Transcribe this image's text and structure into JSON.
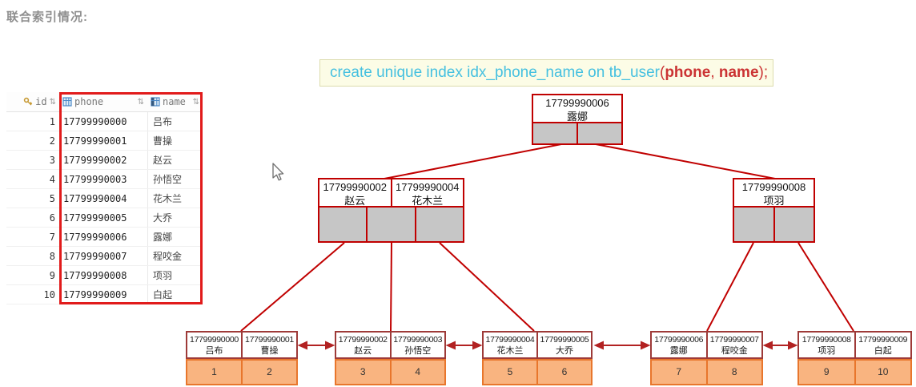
{
  "title": "联合索引情况:",
  "sql": {
    "keyword_part": "create unique index idx_phone_name on tb_user",
    "open_paren": "(",
    "col_phone": "phone",
    "separator": ", ",
    "col_name": "name",
    "close": ");"
  },
  "table": {
    "columns": [
      {
        "label": "id"
      },
      {
        "label": "phone"
      },
      {
        "label": "name"
      }
    ],
    "sort_glyph": "⇅",
    "rows": [
      {
        "id": "1",
        "phone": "17799990000",
        "name": "吕布"
      },
      {
        "id": "2",
        "phone": "17799990001",
        "name": "曹操"
      },
      {
        "id": "3",
        "phone": "17799990002",
        "name": "赵云"
      },
      {
        "id": "4",
        "phone": "17799990003",
        "name": "孙悟空"
      },
      {
        "id": "5",
        "phone": "17799990004",
        "name": "花木兰"
      },
      {
        "id": "6",
        "phone": "17799990005",
        "name": "大乔"
      },
      {
        "id": "7",
        "phone": "17799990006",
        "name": "露娜"
      },
      {
        "id": "8",
        "phone": "17799990007",
        "name": "程咬金"
      },
      {
        "id": "9",
        "phone": "17799990008",
        "name": "项羽"
      },
      {
        "id": "10",
        "phone": "17799990009",
        "name": "白起"
      }
    ]
  },
  "tree": {
    "root": {
      "phone": "17799990006",
      "name": "露娜"
    },
    "internal_left": {
      "keys": [
        {
          "phone": "17799990002",
          "name": "赵云"
        },
        {
          "phone": "17799990004",
          "name": "花木兰"
        }
      ]
    },
    "internal_right": {
      "keys": [
        {
          "phone": "17799990008",
          "name": "项羽"
        }
      ]
    },
    "leaves": [
      {
        "keys": [
          {
            "phone": "17799990000",
            "name": "吕布"
          },
          {
            "phone": "17799990001",
            "name": "曹操"
          }
        ],
        "ids": [
          "1",
          "2"
        ]
      },
      {
        "keys": [
          {
            "phone": "17799990002",
            "name": "赵云"
          },
          {
            "phone": "17799990003",
            "name": "孙悟空"
          }
        ],
        "ids": [
          "3",
          "4"
        ]
      },
      {
        "keys": [
          {
            "phone": "17799990004",
            "name": "花木兰"
          },
          {
            "phone": "17799990005",
            "name": "大乔"
          }
        ],
        "ids": [
          "5",
          "6"
        ]
      },
      {
        "keys": [
          {
            "phone": "17799990006",
            "name": "露娜"
          },
          {
            "phone": "17799990007",
            "name": "程咬金"
          }
        ],
        "ids": [
          "7",
          "8"
        ]
      },
      {
        "keys": [
          {
            "phone": "17799990008",
            "name": "项羽"
          },
          {
            "phone": "17799990009",
            "name": "白起"
          }
        ],
        "ids": [
          "9",
          "10"
        ]
      }
    ]
  },
  "colors": {
    "tree_border_red": "#c00000",
    "leaf_border_maroon": "#9e3a38",
    "leaf_id_fill_orange": "#f9b480",
    "leaf_id_border_orange": "#e8762c",
    "pointer_cell_gray": "#c6c6c6",
    "link_arrow_red": "#b22222",
    "sql_text_cyan": "#45c0e0",
    "sql_text_red": "#cb3333",
    "sql_box_bg": "#fcfce6",
    "index_highlight_red": "#e11b1b",
    "title_gray": "#8f8f8f"
  }
}
